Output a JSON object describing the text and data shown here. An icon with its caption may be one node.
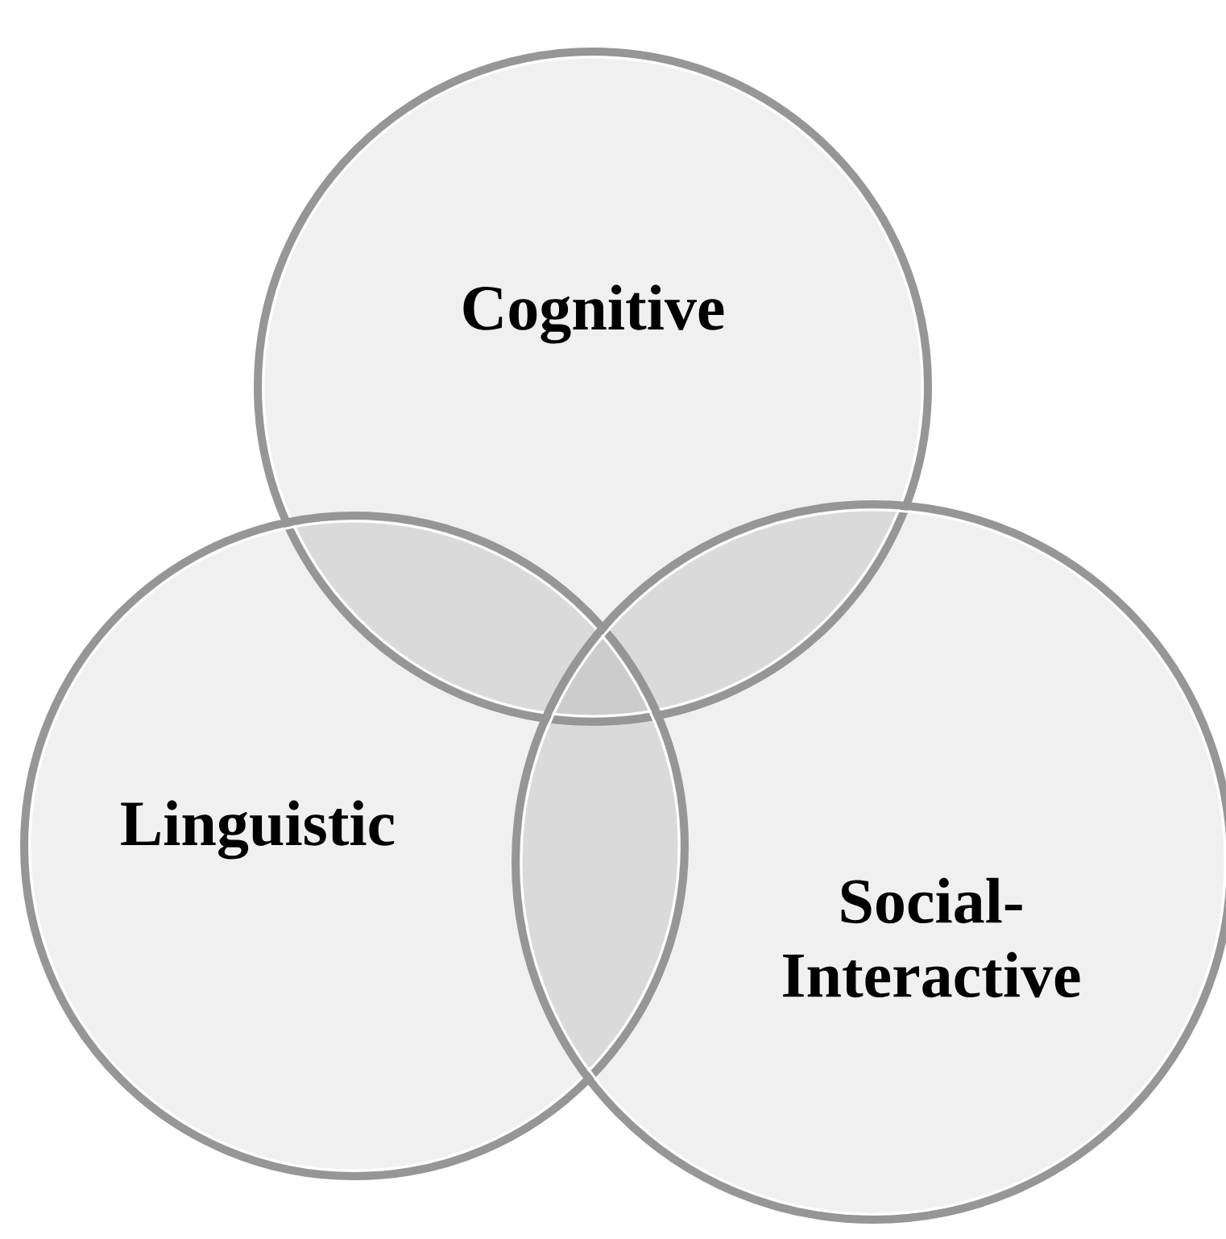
{
  "diagram": {
    "nodes": [
      {
        "text": [
          "Cognitive"
        ]
      },
      {
        "text": [
          "Linguistic"
        ]
      },
      {
        "text": [
          "Social- Interactive"
        ]
      }
    ]
  }
}
